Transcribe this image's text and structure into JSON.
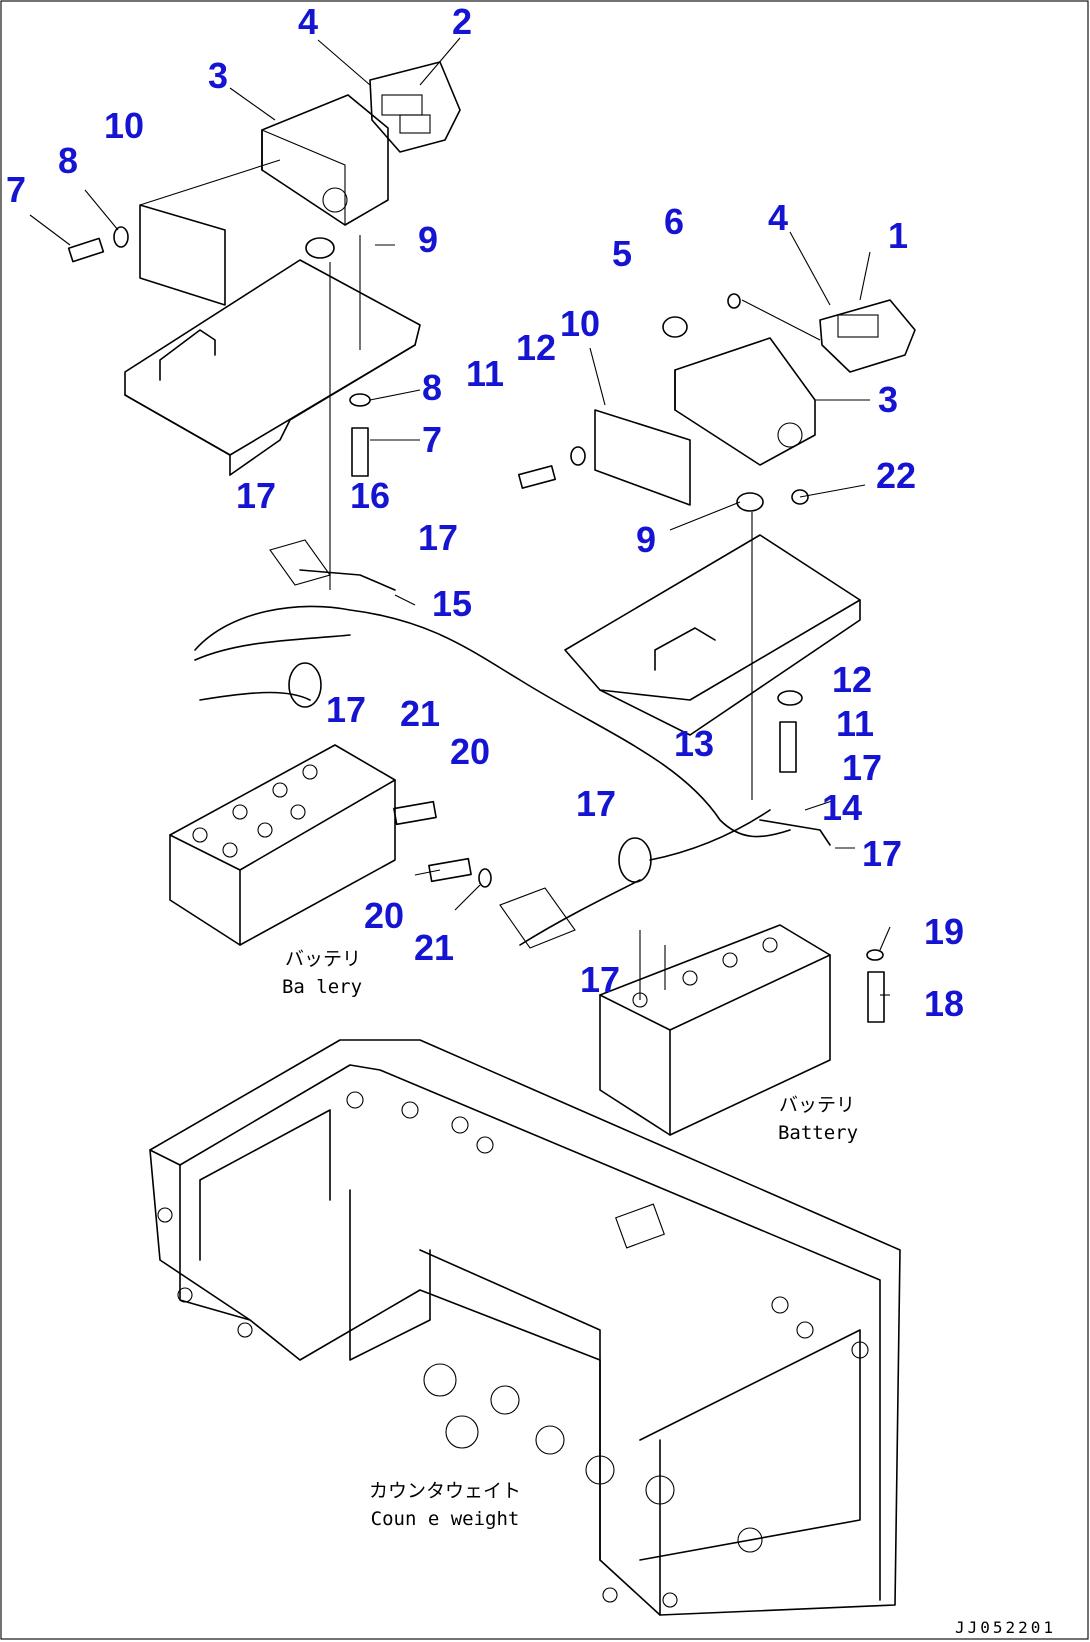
{
  "callouts": {
    "c1": "4",
    "c2": "2",
    "c3": "3",
    "c4": "10",
    "c5": "8",
    "c6": "7",
    "c7": "9",
    "c8": "6",
    "c9": "4",
    "c10": "1",
    "c11": "5",
    "c12": "10",
    "c13": "12",
    "c14": "11",
    "c15": "3",
    "c16": "8",
    "c17": "7",
    "c18": "22",
    "c19": "17",
    "c20": "16",
    "c21": "17",
    "c22": "9",
    "c23": "15",
    "c24": "17",
    "c25": "21",
    "c26": "20",
    "c27": "12",
    "c28": "11",
    "c29": "13",
    "c30": "17",
    "c31": "17",
    "c32": "14",
    "c33": "17",
    "c34": "20",
    "c35": "21",
    "c36": "19",
    "c37": "17",
    "c38": "18"
  },
  "labels": {
    "battery_left_jp": "バッテリ",
    "battery_left_en": "Ba lery",
    "battery_right_jp": "バッテリ",
    "battery_right_en": "Battery",
    "counterweight_jp": "カウンタウェイト",
    "counterweight_en": "Coun e weight"
  },
  "drawing_number": "JJ052201",
  "colors": {
    "callout": "#1414d2",
    "line": "#000000",
    "background": "#ffffff"
  }
}
